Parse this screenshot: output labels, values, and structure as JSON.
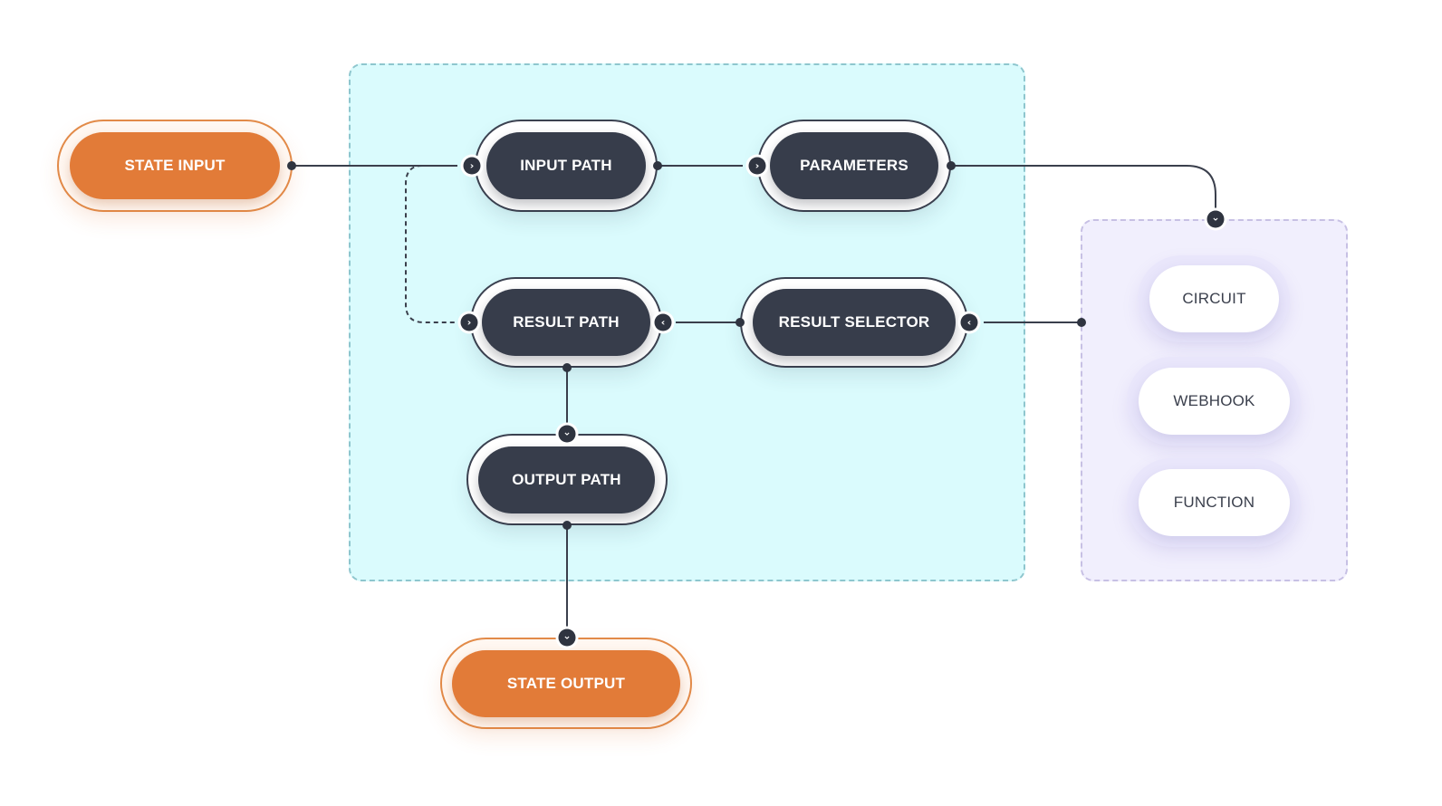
{
  "nodes": {
    "state_input": "STATE INPUT",
    "input_path": "INPUT PATH",
    "parameters": "PARAMETERS",
    "result_path": "RESULT PATH",
    "result_selector": "RESULT SELECTOR",
    "output_path": "OUTPUT PATH",
    "state_output": "STATE OUTPUT",
    "targets": [
      "CIRCUIT",
      "WEBHOOK",
      "FUNCTION"
    ]
  },
  "icons": {
    "chevron_right": "›",
    "chevron_left": "‹",
    "chevron_down": "⌄"
  },
  "colors": {
    "accent_orange": "#e27b38",
    "node_dark": "#373d4b",
    "mapping_region": "#dafbfd",
    "target_region": "#f1effd"
  }
}
